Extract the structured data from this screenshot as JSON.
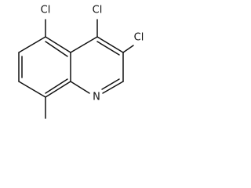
{
  "molecule": {
    "atoms": {
      "cl_5": "Cl",
      "cl_4": "Cl",
      "cl_3": "Cl",
      "n_1": "N"
    }
  }
}
